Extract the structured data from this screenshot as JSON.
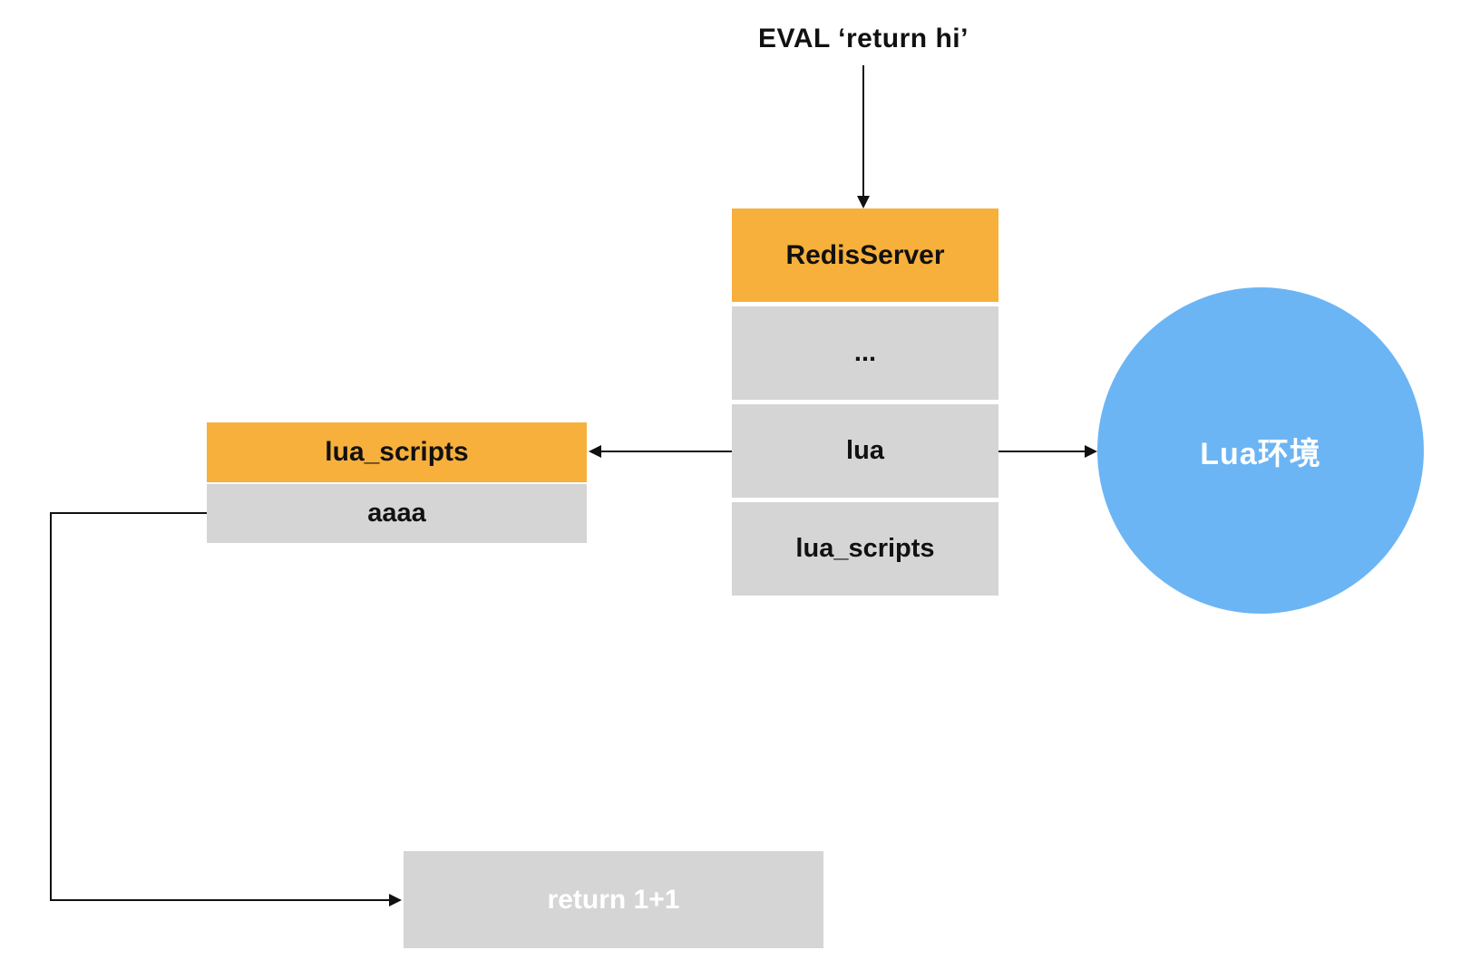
{
  "eval_command": "EVAL ‘return hi’",
  "redis_server": {
    "title": "RedisServer",
    "rows": [
      "...",
      "lua",
      "lua_scripts"
    ]
  },
  "lua_scripts_table": {
    "title": "lua_scripts",
    "rows": [
      "aaaa"
    ]
  },
  "lua_env": {
    "label": "Lua环境"
  },
  "script_body": {
    "label": "return 1+1"
  },
  "colors": {
    "header_orange": "#F7B03C",
    "row_gray": "#D5D5D5",
    "circle_blue": "#6BB5F5",
    "connector_black": "#111111",
    "light_text": "#ffffff"
  }
}
